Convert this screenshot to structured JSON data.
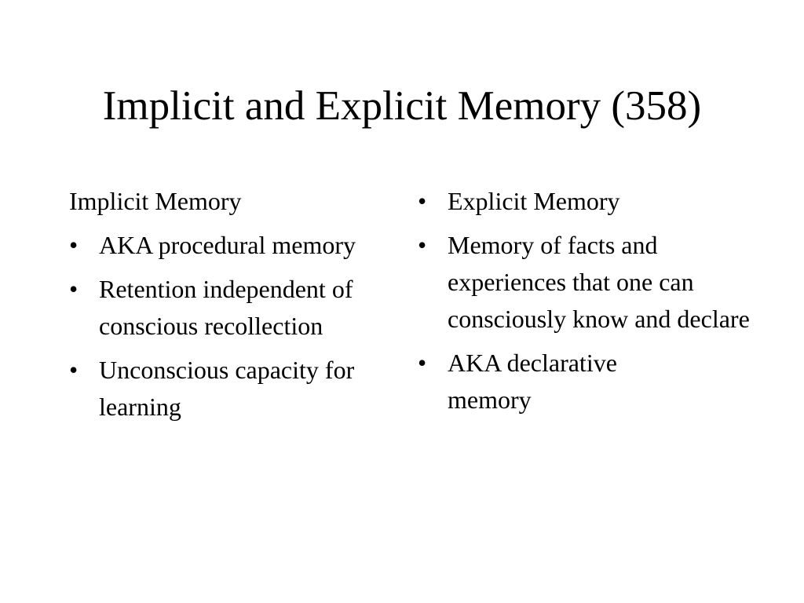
{
  "slide": {
    "title": "Implicit and Explicit Memory (358)",
    "bullet_glyph": "•",
    "left_column": {
      "heading": "Implicit Memory",
      "items": [
        "AKA procedural memory",
        "Retention independent of conscious recollection",
        "Unconscious capacity for learning"
      ]
    },
    "right_column": {
      "items": [
        "Explicit Memory",
        "Memory of facts and experiences that one can consciously know and declare",
        "AKA declarative memory"
      ]
    }
  }
}
